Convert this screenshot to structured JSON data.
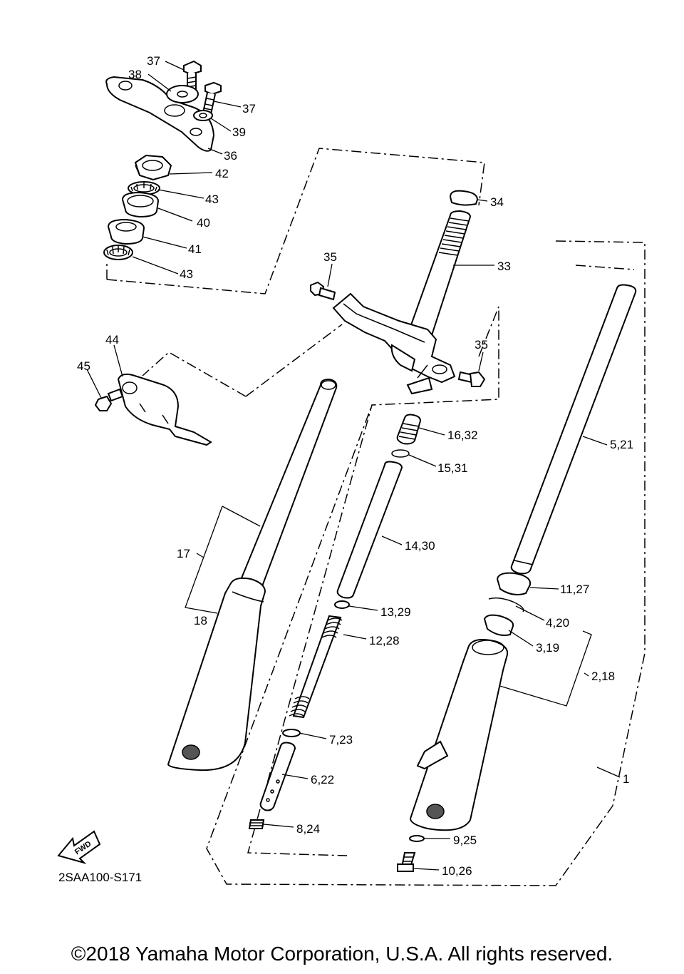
{
  "callouts": [
    {
      "id": "c37a",
      "text": "37"
    },
    {
      "id": "c38",
      "text": "38"
    },
    {
      "id": "c37b",
      "text": "37"
    },
    {
      "id": "c39",
      "text": "39"
    },
    {
      "id": "c36",
      "text": "36"
    },
    {
      "id": "c42",
      "text": "42"
    },
    {
      "id": "c43a",
      "text": "43"
    },
    {
      "id": "c40",
      "text": "40"
    },
    {
      "id": "c41",
      "text": "41"
    },
    {
      "id": "c43b",
      "text": "43"
    },
    {
      "id": "c34",
      "text": "34"
    },
    {
      "id": "c33",
      "text": "33"
    },
    {
      "id": "c35a",
      "text": "35"
    },
    {
      "id": "c35b",
      "text": "35"
    },
    {
      "id": "c44",
      "text": "44"
    },
    {
      "id": "c45",
      "text": "45"
    },
    {
      "id": "c1632",
      "text": "16,32"
    },
    {
      "id": "c1531",
      "text": "15,31"
    },
    {
      "id": "c521",
      "text": "5,21"
    },
    {
      "id": "c1430",
      "text": "14,30"
    },
    {
      "id": "c17",
      "text": "17"
    },
    {
      "id": "c1127",
      "text": "11,27"
    },
    {
      "id": "c18",
      "text": "18"
    },
    {
      "id": "c1329",
      "text": "13,29"
    },
    {
      "id": "c420",
      "text": "4,20"
    },
    {
      "id": "c1228",
      "text": "12,28"
    },
    {
      "id": "c319",
      "text": "3,19"
    },
    {
      "id": "c218",
      "text": "2,18"
    },
    {
      "id": "c723",
      "text": "7,23"
    },
    {
      "id": "c1",
      "text": "1"
    },
    {
      "id": "c622",
      "text": "6,22"
    },
    {
      "id": "c824",
      "text": "8,24"
    },
    {
      "id": "c925",
      "text": "9,25"
    },
    {
      "id": "c1026",
      "text": "10,26"
    }
  ],
  "fwd_label": "FWD",
  "diagram_code": "2SAA100-S171",
  "copyright": "©2018 Yamaha Motor Corporation, U.S.A. All rights reserved."
}
